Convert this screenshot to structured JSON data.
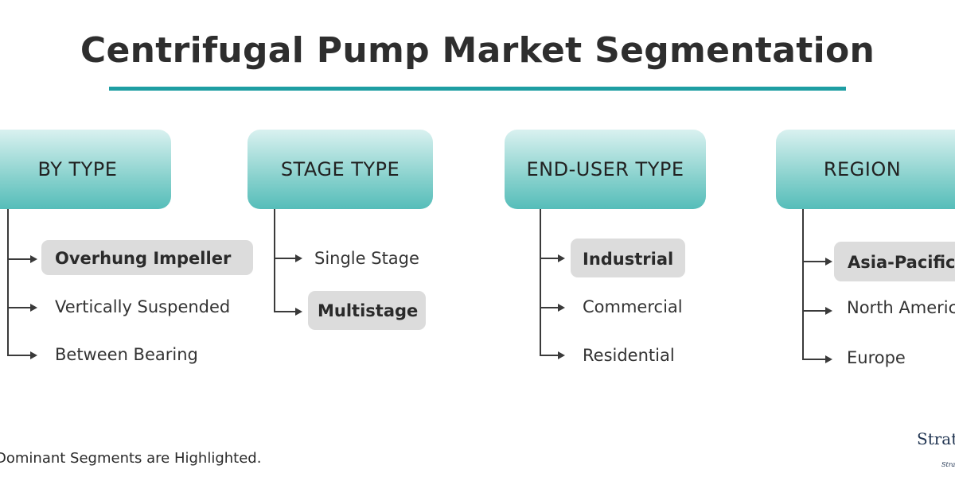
{
  "title": "Centrifugal Pump Market Segmentation",
  "categories": [
    {
      "heading": "BY TYPE",
      "items": [
        {
          "label": "Overhung Impeller",
          "highlighted": true
        },
        {
          "label": "Vertically Suspended",
          "highlighted": false
        },
        {
          "label": "Between Bearing",
          "highlighted": false
        }
      ]
    },
    {
      "heading": "STAGE TYPE",
      "items": [
        {
          "label": "Single Stage",
          "highlighted": false
        },
        {
          "label": "Multistage",
          "highlighted": true
        }
      ]
    },
    {
      "heading": "END-USER TYPE",
      "items": [
        {
          "label": "Industrial",
          "highlighted": true
        },
        {
          "label": "Commercial",
          "highlighted": false
        },
        {
          "label": "Residential",
          "highlighted": false
        }
      ]
    },
    {
      "heading": "REGION",
      "items": [
        {
          "label": "Asia-Pacific",
          "highlighted": true
        },
        {
          "label": "North America",
          "highlighted": false
        },
        {
          "label": "Europe",
          "highlighted": false
        }
      ]
    }
  ],
  "footnote": "Dominant Segments are Highlighted.",
  "logo": {
    "name": "Strat",
    "tagline": "Strat"
  },
  "colors": {
    "accent": "#1e9ea3",
    "header_gradient_end": "#55bdb9",
    "highlight": "#dcdcdc"
  }
}
